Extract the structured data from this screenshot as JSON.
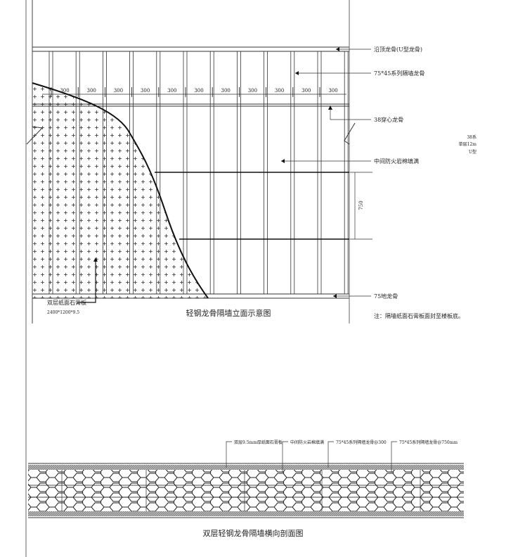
{
  "elevation": {
    "title": "轻钢龙骨隔墙立面示意图",
    "dimension_labels": [
      "300",
      "300",
      "300",
      "300",
      "300",
      "300",
      "300",
      "300",
      "300",
      "300",
      "300"
    ],
    "vertical_dimension": "750",
    "callouts": {
      "top_track": "沿顶龙骨(U型龙骨)",
      "stud": "75*45系列隔墙龙骨",
      "channel": "38穿心龙骨",
      "insulation": "中间防火岩棉填满",
      "floor_track": "75地龙骨",
      "board": "双层纸面石膏板",
      "board_size": "2400*1200*9.5"
    },
    "note": "注：隔墙纸面石膏板面封至楼板底。",
    "side_note": [
      "38系",
      "单层12m",
      "U型"
    ]
  },
  "section": {
    "title": "双层轻钢龙骨隔墙横向剖面图",
    "callouts": [
      "双层9.5mm厚纸面石膏板",
      "中间防火岩棉填满",
      "75*45系列隔墙龙骨@300",
      "75*45系列隔墙龙骨@750mm"
    ]
  }
}
